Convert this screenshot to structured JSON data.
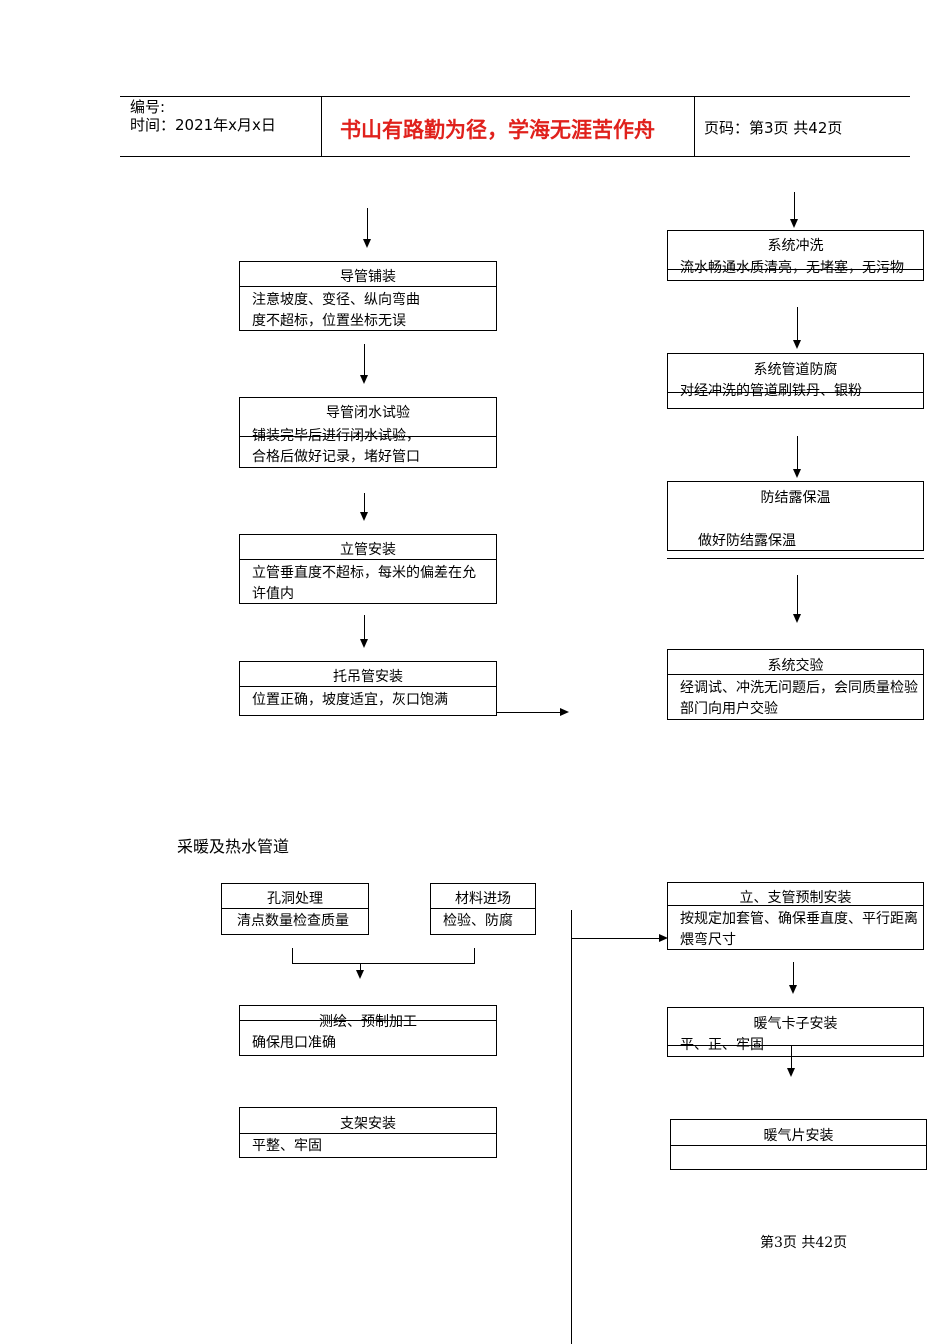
{
  "header": {
    "number_label": "编号:",
    "time_label": "时间：2021年x月x日",
    "motto": "书山有路勤为径，学海无涯苦作舟",
    "page_label": "页码：第3页 共42页",
    "motto_color": "#e0211c"
  },
  "flow_left": [
    {
      "title": "导管铺装",
      "lines": [
        "注意坡度、变径、纵向弯曲",
        "度不超标，位置坐标无误"
      ]
    },
    {
      "title": "导管闭水试验",
      "lines": [
        "铺装完毕后进行闭水试验，",
        "合格后做好记录，堵好管口"
      ]
    },
    {
      "title": "立管安装",
      "lines": [
        "立管垂直度不超标，每米的偏差在允",
        "许值内"
      ]
    },
    {
      "title": "托吊管安装",
      "lines": [
        "位置正确，坡度适宜，灰口饱满"
      ]
    }
  ],
  "flow_right": [
    {
      "title": "系统冲洗",
      "lines": [
        "流水畅通水质清亮，无堵塞，无污物"
      ]
    },
    {
      "title": "系统管道防腐",
      "lines": [
        "对经冲洗的管道刷铁丹、银粉"
      ]
    },
    {
      "title": "防结露保温",
      "lines": [
        "做好防结露保温"
      ]
    },
    {
      "title": "系统交验",
      "lines": [
        "经调试、冲洗无问题后，会同质量检验",
        "部门向用户交验"
      ]
    }
  ],
  "section2": {
    "label": "采暖及热水管道",
    "hole": {
      "title": "孔洞处理",
      "lines": [
        "清点数量检查质量"
      ]
    },
    "material": {
      "title": "材料进场",
      "lines": [
        "检验、防腐"
      ]
    },
    "survey": {
      "title": "测绘、预制加工",
      "lines": [
        "确保甩口准确"
      ]
    },
    "bracket": {
      "title": "支架安装",
      "lines": [
        "平整、牢固"
      ]
    },
    "riser": {
      "title": "立、支管预制安装",
      "lines": [
        "按规定加套管、确保垂直度、平行距离",
        "煨弯尺寸"
      ]
    },
    "clamp": {
      "title": "暖气卡子安装",
      "lines": [
        "平、正、牢固"
      ]
    },
    "radiator": {
      "title": "暖气片安装",
      "lines": []
    }
  },
  "footer": "第3页 共42页"
}
